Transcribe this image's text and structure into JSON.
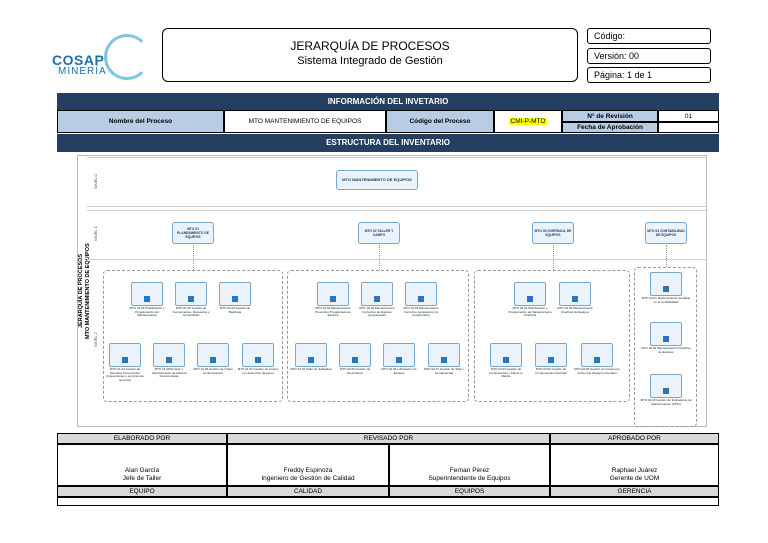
{
  "header": {
    "logo_top": "COSAPI",
    "logo_bottom": "MINERÍA",
    "title": "JERARQUÍA DE PROCESOS",
    "subtitle": "Sistema Integrado de Gestión",
    "codigo": "Código:",
    "version": "Versión: 00",
    "pagina": "Página: 1 de 1"
  },
  "info": {
    "section_title": "INFORMACIÓN DEL INVETARIO",
    "nombre_label": "Nombre del Proceso",
    "nombre_value": "MTO MANTENIMIENTO DE EQUIPOS",
    "codigo_label": "Código del Proceso",
    "codigo_value": "CMI-P-MTO",
    "revision_label": "N° de Revisión",
    "revision_value": "01",
    "fecha_label": "Fecha de Aprobación",
    "fecha_value": ""
  },
  "structure": {
    "section_title": "ESTRUCTURA DEL INVENTARIO",
    "side_label_1": "JERARQUÍA DE PROCESOS",
    "side_label_2": "MTO MANTENIMIENTO DE EQUIPOS",
    "nivel0": "NIVEL 0",
    "nivel1": "NIVEL 1",
    "nivel2": "NIVEL 2",
    "root": "MTO MANTENIMIENTO DE EQUIPOS",
    "n1": [
      "MTO 01 PLANEAMIENTO DE EQUIPOS",
      "MTO 02 TALLER Y CAMPO",
      "MTO 03 OVERHAUL DE EQUIPOS",
      "MTO 04 CONTABILIDAD DE EQUIPOS"
    ],
    "g1_row1": [
      "MTO 01.01 Planificación y Programación del Mantenimiento",
      "MTO 01.02 Gestión de Componentes, Repuestos y Consumibles",
      "MTO 01.03 Gestión de Backlogs"
    ],
    "g1_row2": [
      "MTO 01.04 Gestión de Servicios Tercerizados (Inspecciones y servicios de terceros)",
      "MTO 01.05 Emisión y Administración de Historia Documentaria",
      "MTO 01.06 Gestión de Órden de Suministros",
      "MTO 01.07 Gestión de Costos por Activo Fijo (Equipo)"
    ],
    "g2_row1": [
      "MTO 02.01 Mantenimiento Preventivo Programado de Equipos",
      "MTO 02.02 Mantenimiento Correctivo de Equipos (programado)",
      "MTO 02.03 Mantenimiento Correctivo de Equipos (no programado)"
    ],
    "g2_row2": [
      "MTO 02.04 Taller de Soldadura",
      "MTO 02.05 Gestión de Neumáticos",
      "MTO 02.06 Lubricación de Equipos",
      "MTO 02.07 Gestión de Taller / Herramientas"
    ],
    "g3_row1": [
      "MTO 03.01 Planificación y Programación de Mantenimiento Overhaul",
      "MTO 03.02 Mantenimiento Overhaul de Equipos"
    ],
    "g3_row2": [
      "MTO 03.03 Gestión de Componentes y Pared en Mantto",
      "MTO 03.04 Gestión de Componentes Overhaul",
      "MTO 03.05 Gestión de Costos por Activo Fijo (Equipo) Overhaul"
    ],
    "g4": [
      "MTO 04.01 Mantenimiento Contable en la Confiabilidad",
      "MTO 04.02 Mantenimiento Predictivo de Equipos",
      "MTO 04.03 Gestión de Indicadores de Mantenimiento (KPI's)"
    ]
  },
  "signatures": {
    "headers": [
      "ELABORADO POR",
      "REVISADO POR",
      "APROBADO POR"
    ],
    "people": [
      {
        "name": "Alan García",
        "role": "Jefe de Taller",
        "area": "EQUIPO"
      },
      {
        "name": "Freddy Espinoza",
        "role": "Ingeniero de Gestión de Calidad",
        "area": "CALIDAD"
      },
      {
        "name": "Fernan Pérez",
        "role": "Superintendente de Equipos",
        "area": "EQUIPOS"
      },
      {
        "name": "Raphael Juárez",
        "role": "Gerente de UOM",
        "area": "GERENCIA"
      }
    ]
  }
}
